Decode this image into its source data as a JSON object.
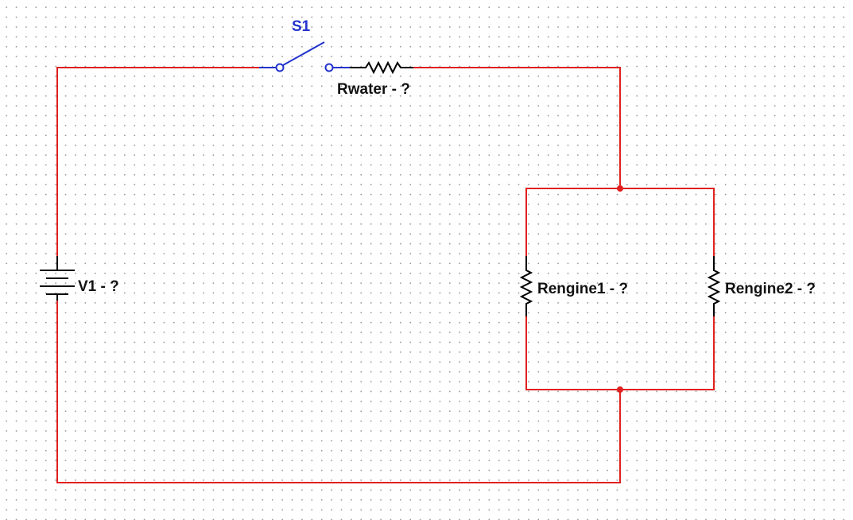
{
  "colors": {
    "wire": "#e02020",
    "switch": "#2233cc",
    "component": "#000000",
    "junction": "#e02020",
    "label": "#111111",
    "switch_label": "#2233cc",
    "grid_dot": "#9a9a9a"
  },
  "labels": {
    "switch": "S1",
    "r_water": "Rwater - ?",
    "battery": "V1 - ?",
    "r_engine1": "Rengine1 - ?",
    "r_engine2": "Rengine2 - ?"
  },
  "components": [
    {
      "id": "S1",
      "kind": "switch",
      "state": "open"
    },
    {
      "id": "Rwater",
      "kind": "resistor"
    },
    {
      "id": "V1",
      "kind": "battery"
    },
    {
      "id": "Rengine1",
      "kind": "resistor"
    },
    {
      "id": "Rengine2",
      "kind": "resistor"
    }
  ]
}
